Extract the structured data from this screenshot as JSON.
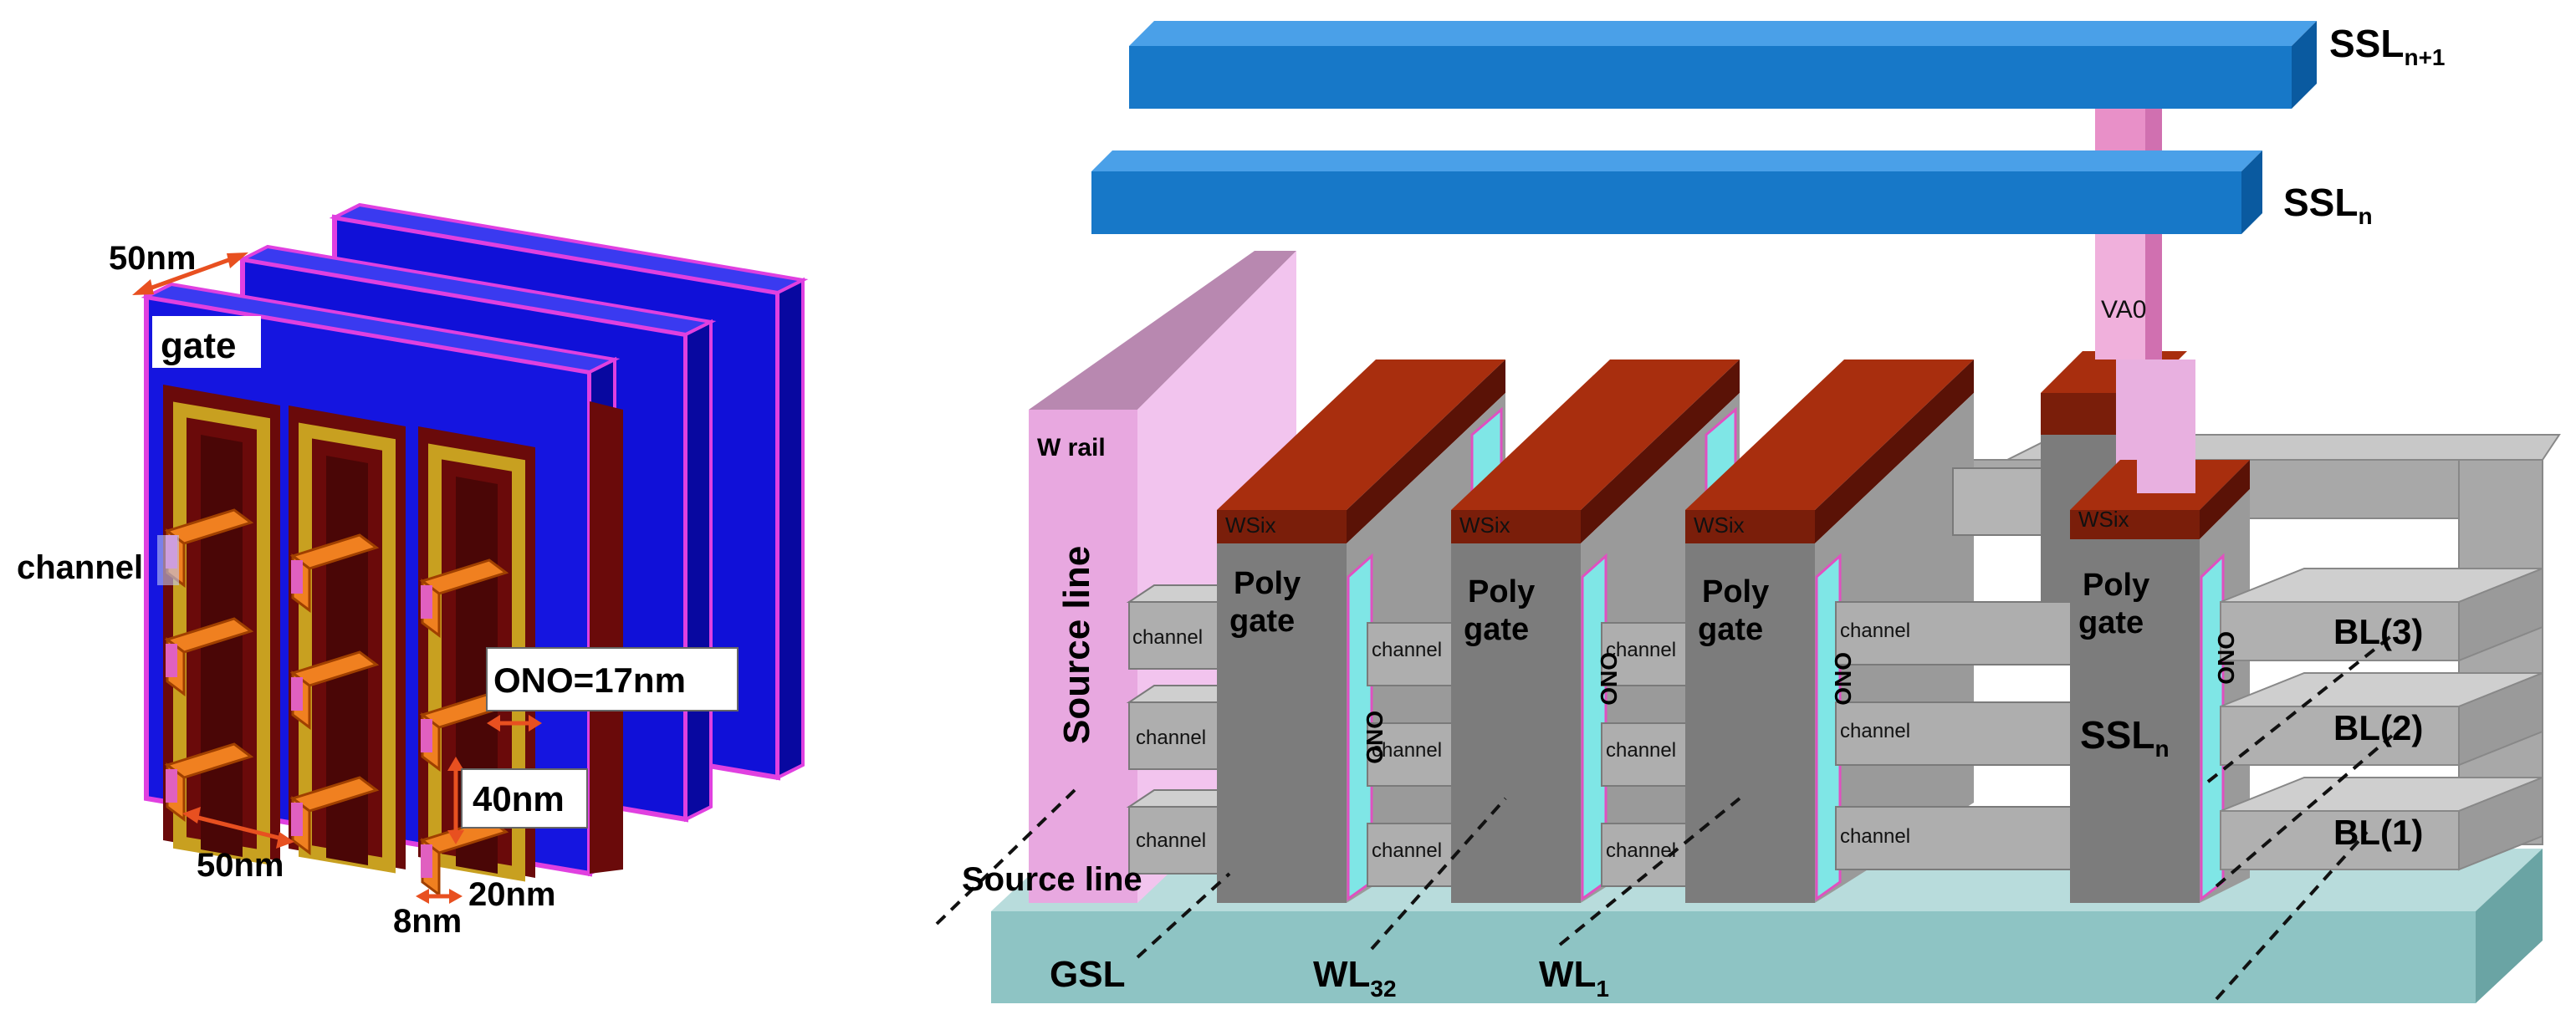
{
  "left_figure": {
    "gate_label": "gate",
    "channel_label": "channel",
    "dim_top": "50nm",
    "dim_bottom": "50nm",
    "dim_ono": "ONO=17nm",
    "dim_height": "40nm",
    "dim_width": "20nm",
    "dim_thickness": "8nm"
  },
  "right_figure": {
    "ssl_n1": {
      "main": "SSL",
      "sub": "n+1"
    },
    "ssl_n": {
      "main": "SSL",
      "sub": "n"
    },
    "va0": "VA0",
    "w_rail": "W rail",
    "source_line_vertical": "Source line",
    "source_line": "Source line",
    "wsix": "WSix",
    "poly": "Poly",
    "gate": "gate",
    "channel": "channel",
    "ono": "ONO",
    "ssl_gate": {
      "main": "SSL",
      "sub": "n"
    },
    "bl3": "BL(3)",
    "bl2": "BL(2)",
    "bl1": "BL(1)",
    "gsl": "GSL",
    "wl32": {
      "main": "WL",
      "sub": "32"
    },
    "wl1": {
      "main": "WL",
      "sub": "1"
    }
  },
  "colors": {
    "blue_gate": "#1010d8",
    "magenta_edge": "#e040e0",
    "dark_red": "#6a0a0a",
    "gold": "#c8a020",
    "orange_channel": "#f08020",
    "dim_arrow": "#e85020",
    "ssl_blue": "#1778c8",
    "wsix_brown": "#7a1e0a",
    "poly_gray": "#7c7c7c",
    "channel_gray": "#aeaeae",
    "ono_cyan": "#7fe6e6",
    "base_teal": "#8ec4c4",
    "pink_rail": "#f2b4ea",
    "va0_pink": "#e890c8"
  }
}
